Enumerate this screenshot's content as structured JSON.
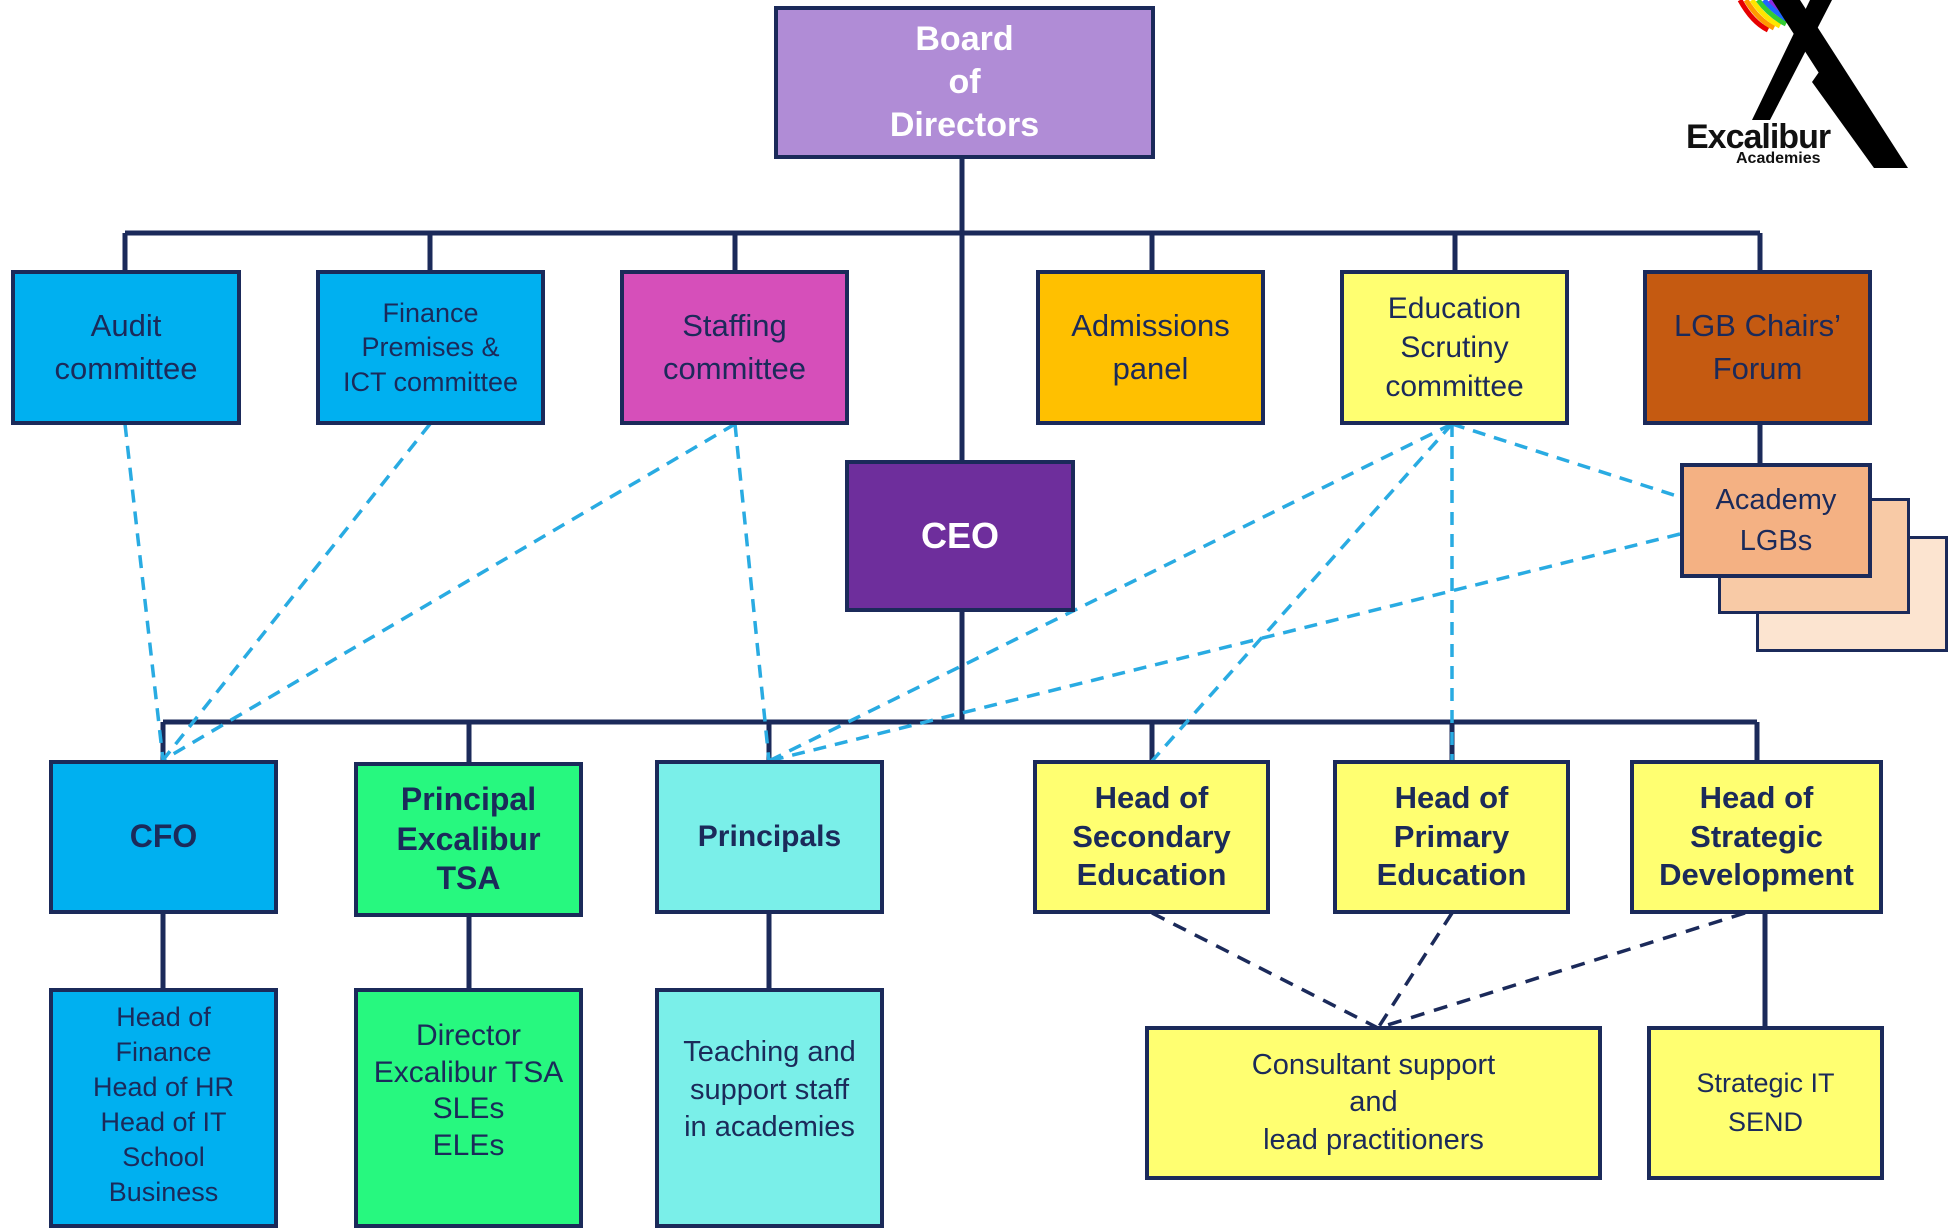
{
  "logo": {
    "brand": "Excalibur",
    "sub": "Academies"
  },
  "board": {
    "lines": [
      "Board",
      "of",
      "Directors"
    ]
  },
  "committees": {
    "audit": {
      "lines": [
        "Audit",
        "committee"
      ]
    },
    "finance": {
      "lines": [
        "Finance",
        "Premises &",
        "ICT committee"
      ]
    },
    "staffing": {
      "lines": [
        "Staffing",
        "committee"
      ]
    },
    "admissions": {
      "lines": [
        "Admissions",
        "panel"
      ]
    },
    "education": {
      "lines": [
        "Education",
        "Scrutiny",
        "committee"
      ]
    },
    "lgb_chairs": {
      "lines": [
        "LGB Chairs’",
        "Forum"
      ]
    }
  },
  "academy_lgbs": {
    "lines": [
      "Academy",
      "LGBs"
    ]
  },
  "ceo": {
    "label": "CEO"
  },
  "leaders": {
    "cfo": {
      "lines": [
        "CFO"
      ]
    },
    "principal_tsa": {
      "lines": [
        "Principal",
        "Excalibur",
        "TSA"
      ]
    },
    "principals": {
      "lines": [
        "Principals"
      ]
    },
    "head_secondary": {
      "lines": [
        "Head of",
        "Secondary",
        "Education"
      ]
    },
    "head_primary": {
      "lines": [
        "Head of",
        "Primary",
        "Education"
      ]
    },
    "head_strategic": {
      "lines": [
        "Head of",
        "Strategic",
        "Development"
      ]
    }
  },
  "staff": {
    "cfo_team": {
      "lines": [
        "Head of",
        "Finance",
        "Head of HR",
        "Head of IT",
        "School",
        "Business"
      ]
    },
    "tsa_team": {
      "lines": [
        "Director",
        "Excalibur TSA",
        "SLEs",
        "ELEs"
      ]
    },
    "teaching": {
      "lines": [
        "Teaching and",
        "support staff",
        "in academies"
      ]
    },
    "consultant": {
      "lines": [
        "Consultant support",
        "and",
        "lead practitioners"
      ]
    },
    "strategic_it": {
      "lines": [
        "Strategic IT",
        "SEND"
      ]
    }
  },
  "colors": {
    "line": "#1b2a5a",
    "dash": "#29abe2",
    "board": "#b08cd6",
    "ceo": "#6e2e9c",
    "blue": "#00b0f0",
    "magenta": "#d64fba",
    "amber": "#ffc000",
    "yellow": "#ffff71",
    "rust": "#c55a11",
    "peach": "#f4b183",
    "green": "#27f87f",
    "cyan": "#7aefe9"
  }
}
